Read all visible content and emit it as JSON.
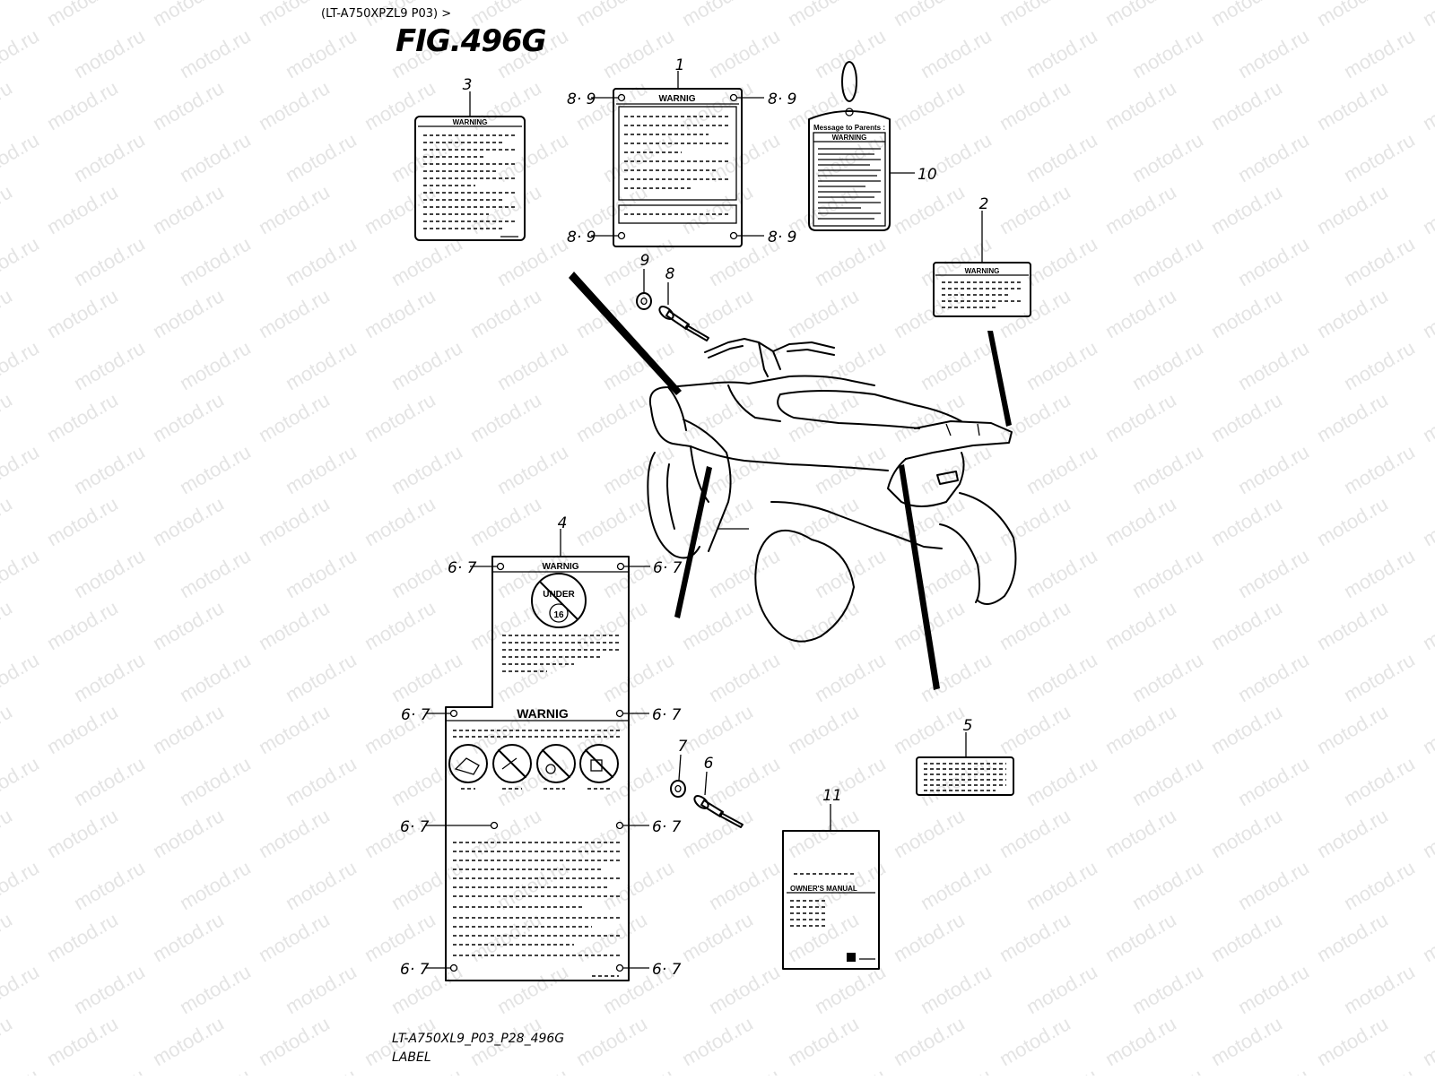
{
  "header": {
    "model_ref": "(LT-A750XPZL9 P03) >",
    "figure": "FIG.496G"
  },
  "footer": {
    "drawing_code": "LT-A750XL9_P03_P28_496G",
    "section_name": "LABEL"
  },
  "watermark": "motod.ru",
  "label_texts": {
    "warning": "WARNING",
    "warnig": "WARNIG",
    "message_to_parents": "Message to Parents :",
    "under": "UNDER",
    "age": "16",
    "owners_manual": "OWNER'S MANUAL"
  },
  "callouts": {
    "c1": "1",
    "c2": "2",
    "c3": "3",
    "c4": "4",
    "c5": "5",
    "c6": "6",
    "c7": "7",
    "c8": "8",
    "c9": "9",
    "c10": "10",
    "c11": "11",
    "pair_89": "8· 9",
    "pair_67": "6· 7"
  }
}
